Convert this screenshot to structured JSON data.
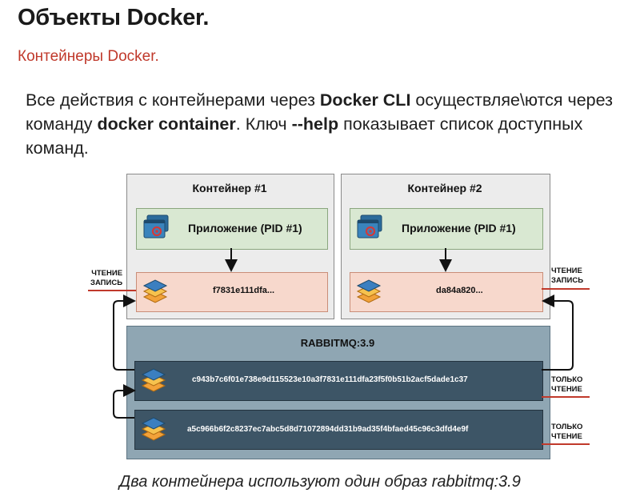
{
  "slide": {
    "title": "Объекты Docker.",
    "subtitle": "Контейнеры Docker.",
    "para": {
      "t1": "Все действия с контейнерами через ",
      "b1": "Docker CLI",
      "t2": " осуществляе\\ются через команду ",
      "b2": "docker container",
      "t3": ". Ключ ",
      "b3": "--help",
      "t4": " показывает список доступных команд."
    },
    "caption": "Два контейнера используют один образ rabbitmq:3.9"
  },
  "diagram": {
    "container1": {
      "title": "Контейнер #1",
      "app_label": "Приложение (PID #1)",
      "layer_id": "f7831e111dfa..."
    },
    "container2": {
      "title": "Контейнер #2",
      "app_label": "Приложение (PID #1)",
      "layer_id": "da84a820..."
    },
    "image": {
      "title": "RABBITMQ:3.9",
      "layers": [
        "c943b7c6f01e738e9d115523e10a3f7831e111dfa23f5f0b51b2acf5dade1c37",
        "a5c966b6f2c8237ec7abc5d8d71072894dd31b9ad35f4bfaed45c96c3dfd4e9f"
      ]
    },
    "left_labels": [
      "ЧТЕНИЕ",
      "ЗАПИСЬ"
    ],
    "right_labels": [
      "ЧТЕНИЕ",
      "ЗАПИСЬ"
    ],
    "readonly_labels": [
      [
        "ТОЛЬКО",
        "ЧТЕНИЕ"
      ],
      [
        "ТОЛЬКО",
        "ЧТЕНИЕ"
      ]
    ],
    "colors": {
      "accent_red": "#c0392b",
      "container_bg": "#ececec",
      "app_bg": "#d9e8d2",
      "rw_layer_bg": "#f7d8cc",
      "image_bg": "#8fa6b3",
      "image_layer_bg": "#3d5566"
    },
    "icons": {
      "app": "application-window-icon",
      "layers": "layers-stack-icon"
    }
  }
}
